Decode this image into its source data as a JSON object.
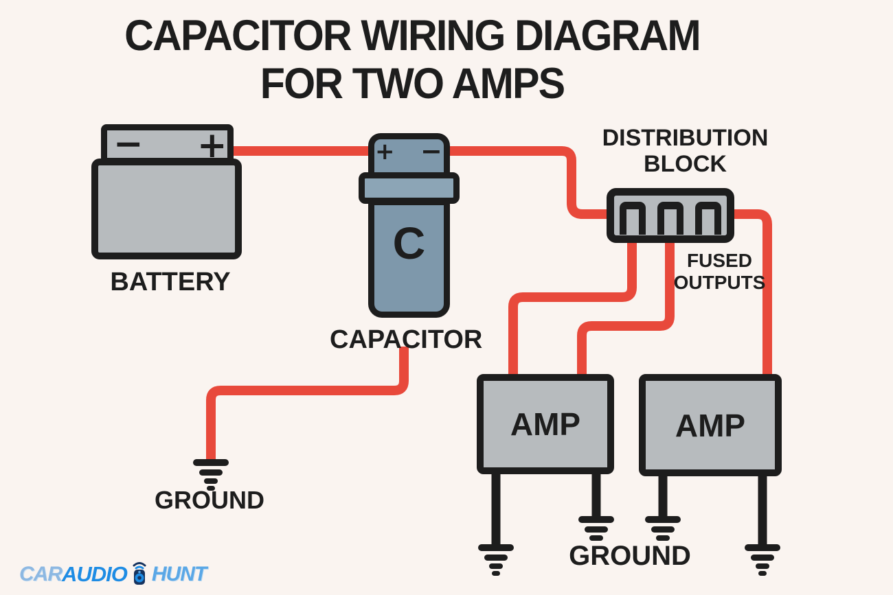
{
  "title": {
    "line1": "CAPACITOR WIRING DIAGRAM",
    "line2": "FOR TWO AMPS"
  },
  "battery": {
    "label": "BATTERY",
    "minus_sign": "−",
    "plus_sign": "+"
  },
  "capacitor": {
    "label": "CAPACITOR",
    "letter": "C",
    "plus_sign": "+",
    "minus_sign": "−"
  },
  "distribution_block": {
    "label_line1": "DISTRIBUTION",
    "label_line2": "BLOCK",
    "fused_line1": "FUSED",
    "fused_line2": "OUTPUTS",
    "slot_count": 3
  },
  "amps": {
    "left_label": "AMP",
    "right_label": "AMP"
  },
  "grounds": {
    "capacitor_ground_label": "GROUND",
    "amp_ground_label": "GROUND"
  },
  "logo": {
    "part1": "CAR",
    "part2": "AUDIO",
    "part3": "HUNT",
    "icon": "speaker-wifi-icon"
  },
  "colors": {
    "background": "#faf4f0",
    "positive_wire_red": "#e8493b",
    "ground_wire_black": "#1d1d1d",
    "component_gray": "#b7bbbe",
    "capacitor_blue_gray": "#7e98ab",
    "capacitor_collar": "#8ca5b6",
    "outline_black": "#1d1d1d",
    "logo_blue": "#1e8ce4",
    "logo_light_blue": "#8db8e2",
    "logo_navy": "#16335e"
  }
}
